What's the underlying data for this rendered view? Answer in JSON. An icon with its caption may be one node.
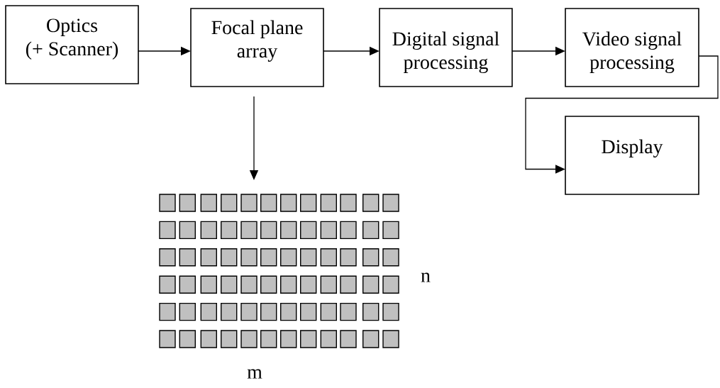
{
  "diagram": {
    "nodes": [
      {
        "text": [
          "Optics (+ Scanner)"
        ]
      },
      {
        "text": [
          "Focal plane array"
        ]
      },
      {
        "text": [
          "Digital signal processing"
        ]
      },
      {
        "text": [
          "Video signal processing"
        ]
      },
      {
        "text": [
          "Display"
        ]
      },
      {
        "text": [],
        "shape": "grid",
        "beside": [
          "n",
          "m"
        ]
      }
    ],
    "edges": [
      {
        "from": 0,
        "to": 1,
        "arrow": "to"
      },
      {
        "from": 1,
        "to": 2,
        "arrow": "to"
      },
      {
        "from": 2,
        "to": 3,
        "arrow": "to"
      },
      {
        "from": 3,
        "to": 4,
        "arrow": "to"
      },
      {
        "from": 1,
        "to": 5,
        "arrow": "to"
      }
    ]
  }
}
